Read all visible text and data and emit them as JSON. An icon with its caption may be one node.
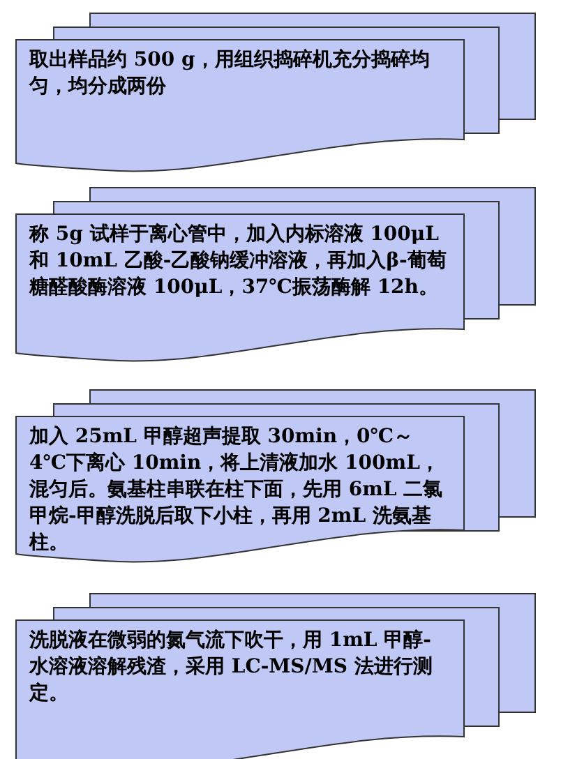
{
  "diagram": {
    "nodes": [
      {
        "text": [
          "取出样品约 500 g，用组织捣碎机充分捣碎均匀，均分成两份"
        ]
      },
      {
        "text": [
          "称 5g 试样于离心管中，加入内标溶液 100μL 和 10mL 乙酸-乙酸钠缓冲溶液，再加入β-葡萄糖醛酸酶溶液 100μL，37℃振荡酶解 12h。"
        ]
      },
      {
        "text": [
          "加入 25mL 甲醇超声提取 30min，0℃～4℃下离心 10min，将上清液加水 100mL，混匀后。氨基柱串联在柱下面，先用 6mL 二氯甲烷-甲醇洗脱后取下小柱，再用 2mL 洗氨基柱。"
        ]
      },
      {
        "text": [
          "洗脱液在微弱的氮气流下吹干，用 1mL 甲醇-水溶液溶解残渣，采用 LC-MS/MS 法进行测定。"
        ]
      }
    ],
    "edges": []
  }
}
